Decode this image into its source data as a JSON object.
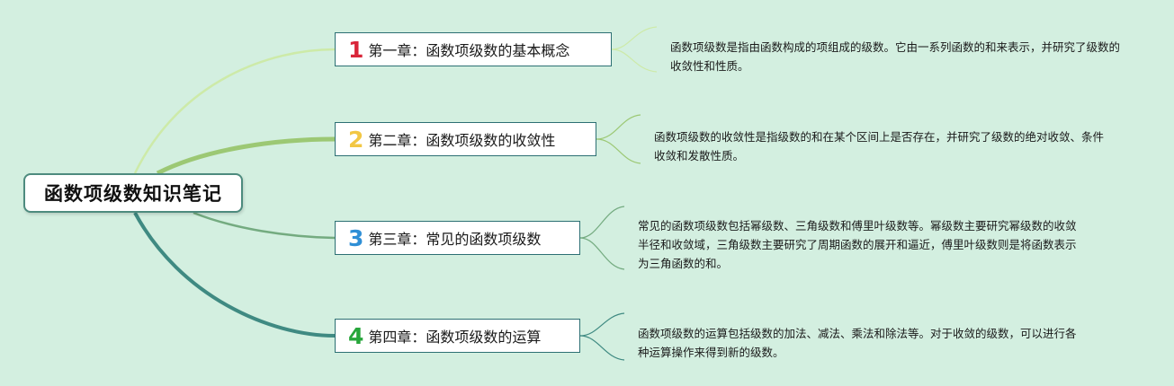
{
  "central": {
    "title": "函数项级数知识笔记"
  },
  "chapters": [
    {
      "number": "1",
      "number_color": "#d9263a",
      "title": "第一章：函数项级数的基本概念",
      "description": "函数项级数是指由函数构成的项组成的级数。它由一系列函数的和来表示，并研究了级数的收敛性和性质。"
    },
    {
      "number": "2",
      "number_color": "#f2c744",
      "title": "第二章：函数项级数的收敛性",
      "description": "函数项级数的收敛性是指级数的和在某个区间上是否存在，并研究了级数的绝对收敛、条件收敛和发散性质。"
    },
    {
      "number": "3",
      "number_color": "#2f8fd6",
      "title": "第三章：常见的函数项级数",
      "description": "常见的函数项级数包括幂级数、三角级数和傅里叶级数等。幂级数主要研究幂级数的收敛半径和收敛域，三角级数主要研究了周期函数的展开和逼近，傅里叶级数则是将函数表示为三角函数的和。"
    },
    {
      "number": "4",
      "number_color": "#27a63b",
      "title": "第四章：函数项级数的运算",
      "description": "函数项级数的运算包括级数的加法、减法、乘法和除法等。对于收敛的级数，可以进行各种运算操作来得到新的级数。"
    }
  ],
  "colors": {
    "background": "#d3efe0",
    "branch_1": "#cdeaa8",
    "branch_2": "#9cc874",
    "branch_3": "#74ab80",
    "branch_4": "#3f8a82",
    "node_border": "#2c6f73"
  }
}
